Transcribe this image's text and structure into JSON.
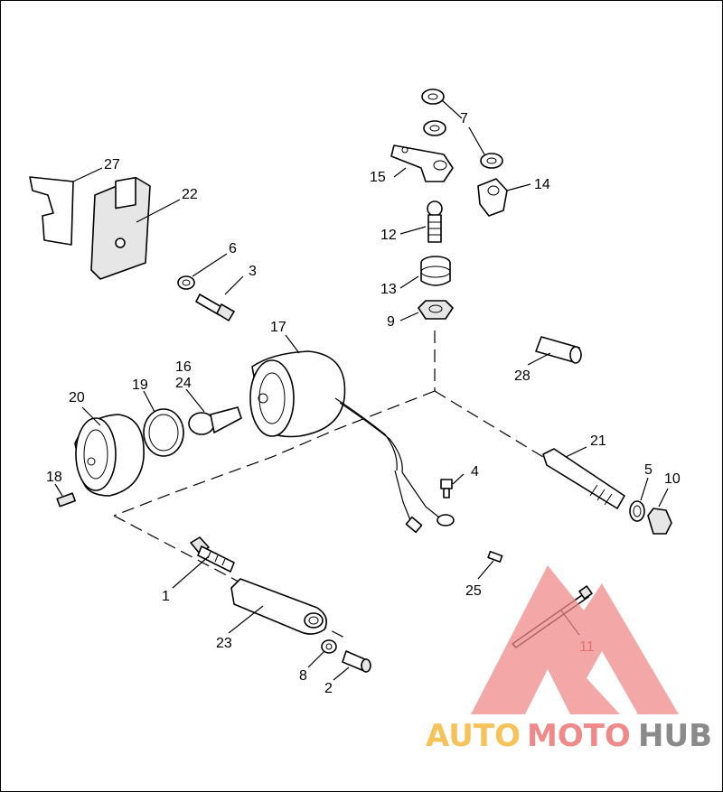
{
  "diagram": {
    "callouts": [
      {
        "id": "c1",
        "label": "1"
      },
      {
        "id": "c2",
        "label": "2"
      },
      {
        "id": "c3",
        "label": "3"
      },
      {
        "id": "c4",
        "label": "4"
      },
      {
        "id": "c5",
        "label": "5"
      },
      {
        "id": "c6",
        "label": "6"
      },
      {
        "id": "c7",
        "label": "7"
      },
      {
        "id": "c8",
        "label": "8"
      },
      {
        "id": "c9",
        "label": "9"
      },
      {
        "id": "c10",
        "label": "10"
      },
      {
        "id": "c11",
        "label": "11"
      },
      {
        "id": "c12",
        "label": "12"
      },
      {
        "id": "c13",
        "label": "13"
      },
      {
        "id": "c14",
        "label": "14"
      },
      {
        "id": "c15",
        "label": "15"
      },
      {
        "id": "c16",
        "label": "16"
      },
      {
        "id": "c17",
        "label": "17"
      },
      {
        "id": "c18",
        "label": "18"
      },
      {
        "id": "c19",
        "label": "19"
      },
      {
        "id": "c20",
        "label": "20"
      },
      {
        "id": "c21",
        "label": "21"
      },
      {
        "id": "c22",
        "label": "22"
      },
      {
        "id": "c23",
        "label": "23"
      },
      {
        "id": "c24",
        "label": "24"
      },
      {
        "id": "c25",
        "label": "25"
      },
      {
        "id": "c27",
        "label": "27"
      },
      {
        "id": "c28",
        "label": "28"
      }
    ]
  },
  "watermark": {
    "word_part1": "AUTO",
    "word_part2": "MOTO",
    "word_part3": "HUB",
    "colors": {
      "triangle": "#f08a8a",
      "auto": "#f5c35a",
      "moto": "#f08a8a",
      "hub": "#8a8a8a"
    }
  },
  "colors": {
    "line": "#000000",
    "callout_highlight": "#c8202a"
  }
}
